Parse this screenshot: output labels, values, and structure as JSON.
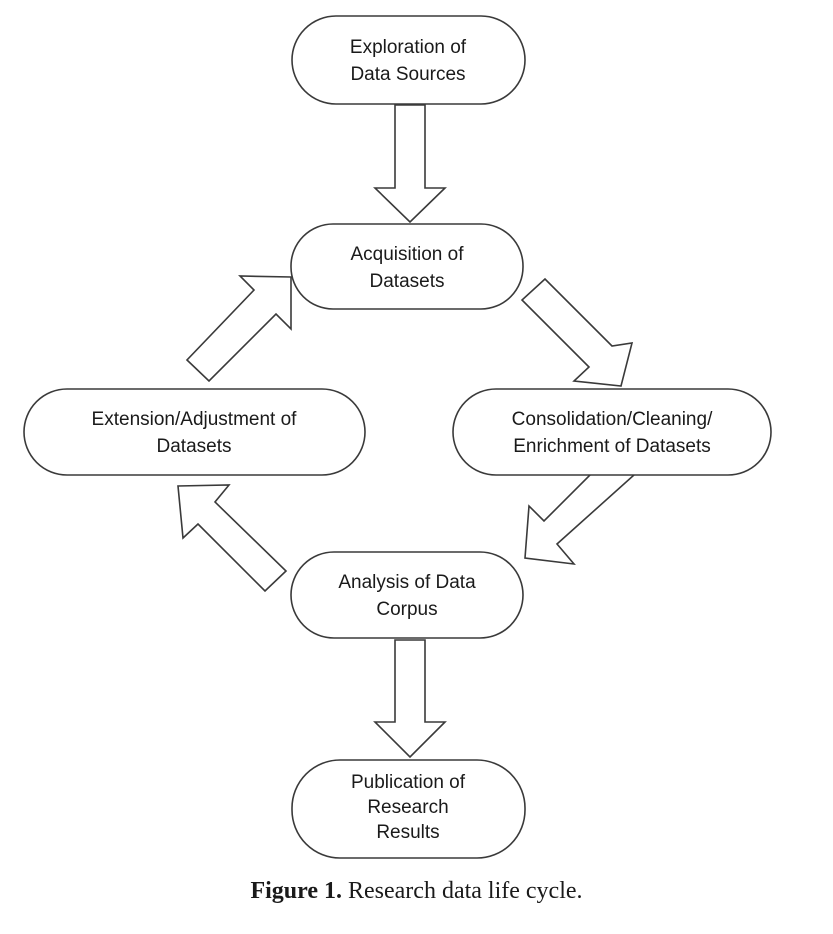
{
  "nodes": {
    "exploration": {
      "lines": [
        "Exploration of",
        "Data Sources"
      ]
    },
    "acquisition": {
      "lines": [
        "Acquisition of",
        "Datasets"
      ]
    },
    "consolidation": {
      "lines": [
        "Consolidation/Cleaning/",
        "Enrichment of Datasets"
      ]
    },
    "extension": {
      "lines": [
        "Extension/Adjustment of",
        "Datasets"
      ]
    },
    "analysis": {
      "lines": [
        "Analysis of Data",
        "Corpus"
      ]
    },
    "publication": {
      "lines": [
        "Publication of",
        "Research",
        "Results"
      ]
    }
  },
  "edges": [
    {
      "from": "exploration",
      "to": "acquisition"
    },
    {
      "from": "acquisition",
      "to": "consolidation"
    },
    {
      "from": "consolidation",
      "to": "analysis"
    },
    {
      "from": "analysis",
      "to": "extension"
    },
    {
      "from": "extension",
      "to": "acquisition"
    },
    {
      "from": "analysis",
      "to": "publication"
    }
  ],
  "caption": {
    "label": "Figure 1.",
    "text": "Research data life cycle."
  }
}
